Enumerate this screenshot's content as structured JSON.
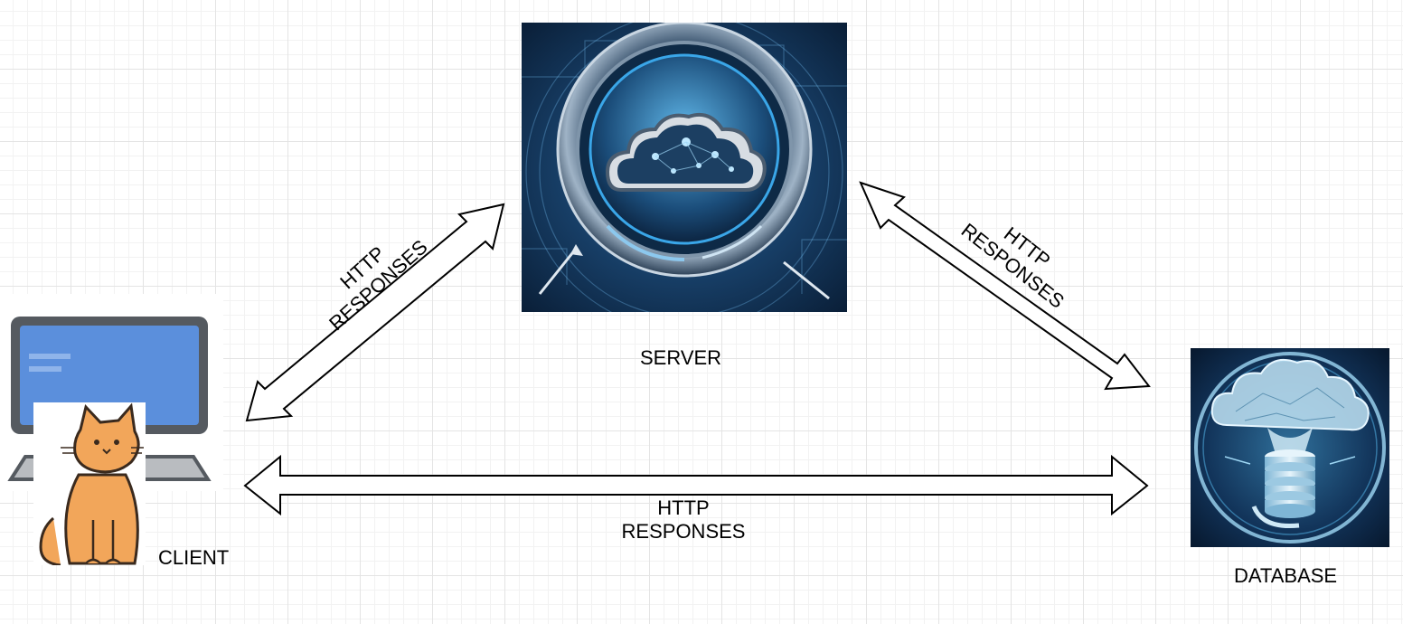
{
  "nodes": {
    "server": {
      "label": "SERVER",
      "icon": "cloud-server-icon"
    },
    "client": {
      "label": "CLIENT",
      "icon": "computer-with-cat-icon"
    },
    "database": {
      "label": "DATABASE",
      "icon": "cloud-database-icon"
    }
  },
  "edges": {
    "client_server": {
      "line1": "HTTP",
      "line2": "RESPONSES"
    },
    "server_database": {
      "line1": "HTTP",
      "line2": "RESPONSES"
    },
    "client_database": {
      "line1": "HTTP",
      "line2": "RESPONSES"
    }
  },
  "colors": {
    "arrow_stroke": "#000000",
    "arrow_fill": "#ffffff",
    "server_bg": "#0d2a4a",
    "database_bg": "#0b1f3a",
    "monitor_screen": "#5b8fdc",
    "cat_body": "#f2a65a"
  }
}
